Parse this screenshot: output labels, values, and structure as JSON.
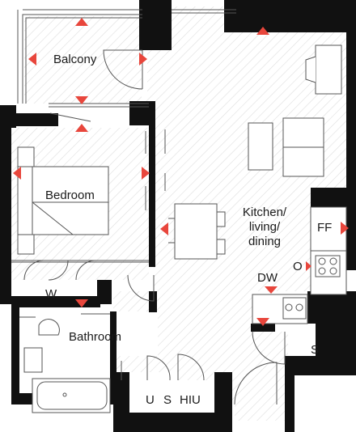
{
  "colors": {
    "wall": "#111111",
    "arrow": "#e8463c",
    "hatch": "#dcdcdc",
    "line": "#555555"
  },
  "rooms": {
    "balcony": "Balcony",
    "bedroom": "Bedroom",
    "wardrobe": "W",
    "bathroom": "Bathroom",
    "kitchen_line1": "Kitchen/",
    "kitchen_line2": "living/",
    "kitchen_line3": "dining",
    "fridge_freezer": "FF",
    "oven": "O",
    "dishwasher": "DW",
    "storage": "S",
    "utility": "U",
    "storage2": "S",
    "hiu": "HIU"
  }
}
